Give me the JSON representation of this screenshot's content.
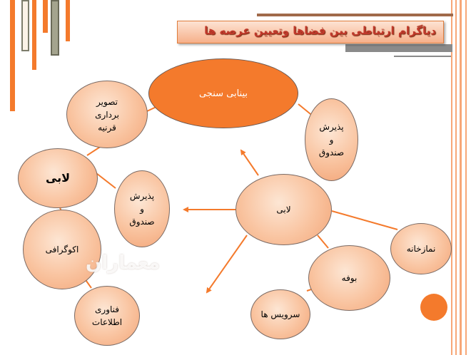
{
  "title": "دیاگرام ارتباطی بین فضاها وتعیین عرصه ها",
  "nodes": {
    "main": "بینابی سنجی",
    "photo": "تصویر\nبرداری\nقرنیه",
    "reception_top": "پذیرش\nو\nصندوق",
    "lobby_left": "لابی",
    "reception_left": "پذیرش\nو\nصندوق",
    "lobby_center": "لابی",
    "echo": "اکوگرافی",
    "prayer": "نمازخانه",
    "buffet": "بوفه",
    "restroom": "سرویس ها",
    "it": "فناوری\nاطلاعات"
  },
  "watermark": "معماران",
  "colors": {
    "accent": "#f47a2c",
    "node_fill": "#f9c39f",
    "title_text": "#c0392b"
  }
}
